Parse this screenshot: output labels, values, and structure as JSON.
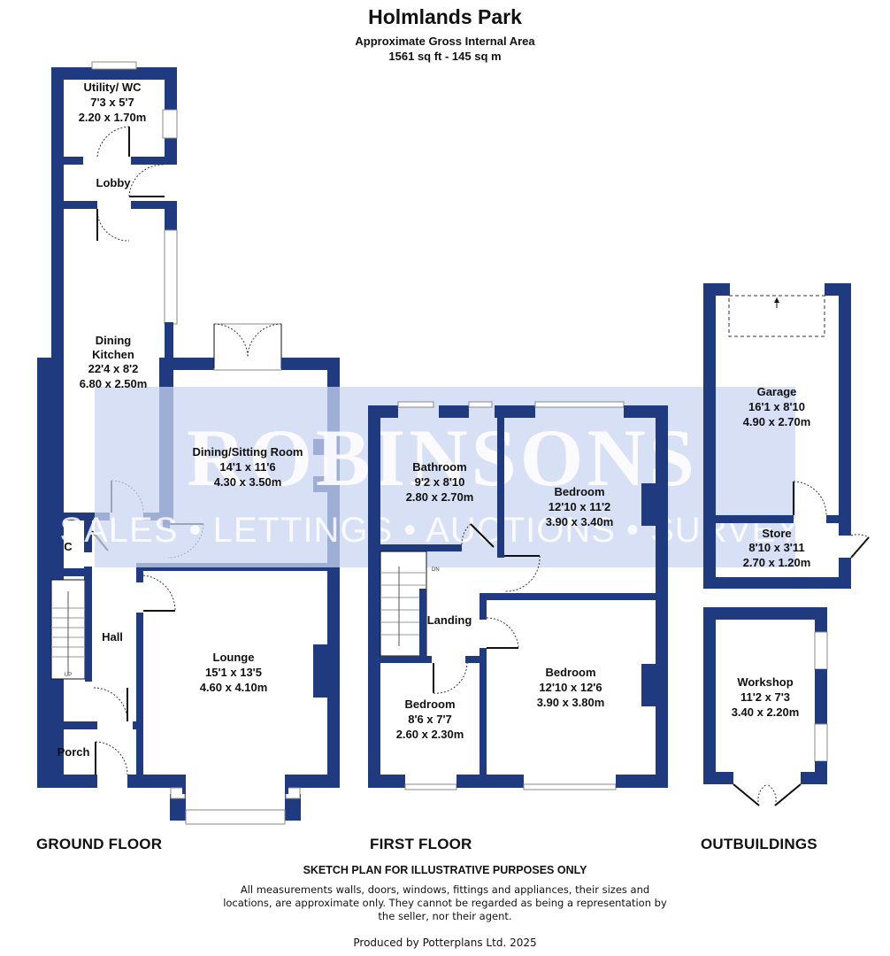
{
  "header": {
    "title": "Holmlands Park",
    "subtitle": "Approximate Gross Internal Area",
    "area": "1561 sq ft - 145 sq m"
  },
  "watermark": {
    "brand": "ROBINSONS",
    "tagline": "SALES • LETTINGS • AUCTIONS • SURVEYS",
    "band_color": "#c9d6f0"
  },
  "colors": {
    "wall": "#1f3a7f",
    "background": "#ffffff"
  },
  "floors": {
    "ground": {
      "label": "GROUND FLOOR",
      "rooms": {
        "utility": {
          "name": "Utility/ WC",
          "imperial": "7'3 x 5'7",
          "metric": "2.20 x 1.70m"
        },
        "lobby": {
          "name": "Lobby"
        },
        "kitchen": {
          "name1": "Dining",
          "name2": "Kitchen",
          "imperial": "22'4 x 8'2",
          "metric": "6.80 x 2.50m"
        },
        "dining_sitting": {
          "name": "Dining/Sitting Room",
          "imperial": "14'1 x 11'6",
          "metric": "4.30 x 3.50m"
        },
        "cupboard": {
          "name": "C"
        },
        "hall": {
          "name": "Hall"
        },
        "porch": {
          "name": "Porch"
        },
        "lounge": {
          "name": "Lounge",
          "imperial": "15'1 x 13'5",
          "metric": "4.60 x 4.10m"
        }
      },
      "stairs_label": "UP"
    },
    "first": {
      "label": "FIRST FLOOR",
      "rooms": {
        "bathroom": {
          "name": "Bathroom",
          "imperial": "9'2 x 8'10",
          "metric": "2.80 x 2.70m"
        },
        "bedroom_rear": {
          "name": "Bedroom",
          "imperial": "12'10 x 11'2",
          "metric": "3.90 x 3.40m"
        },
        "landing": {
          "name": "Landing"
        },
        "bedroom_small": {
          "name": "Bedroom",
          "imperial": "8'6 x 7'7",
          "metric": "2.60 x 2.30m"
        },
        "bedroom_front": {
          "name": "Bedroom",
          "imperial": "12'10 x 12'6",
          "metric": "3.90 x 3.80m"
        }
      },
      "stairs_label": "DN"
    },
    "outbuildings": {
      "label": "OUTBUILDINGS",
      "rooms": {
        "garage": {
          "name": "Garage",
          "imperial": "16'1 x 8'10",
          "metric": "4.90 x 2.70m"
        },
        "store": {
          "name": "Store",
          "imperial": "8'10 x 3'11",
          "metric": "2.70 x 1.20m"
        },
        "workshop": {
          "name": "Workshop",
          "imperial": "11'2 x 7'3",
          "metric": "3.40 x 2.20m"
        }
      }
    }
  },
  "disclaimer": {
    "heading": "SKETCH PLAN FOR ILLUSTRATIVE PURPOSES ONLY",
    "body": "All measurements walls, doors, windows, fittings and appliances, their sizes and locations, are approximate only. They cannot be regarded as being a representation by the seller, nor their agent.",
    "producer": "Produced by Potterplans Ltd. 2025"
  }
}
